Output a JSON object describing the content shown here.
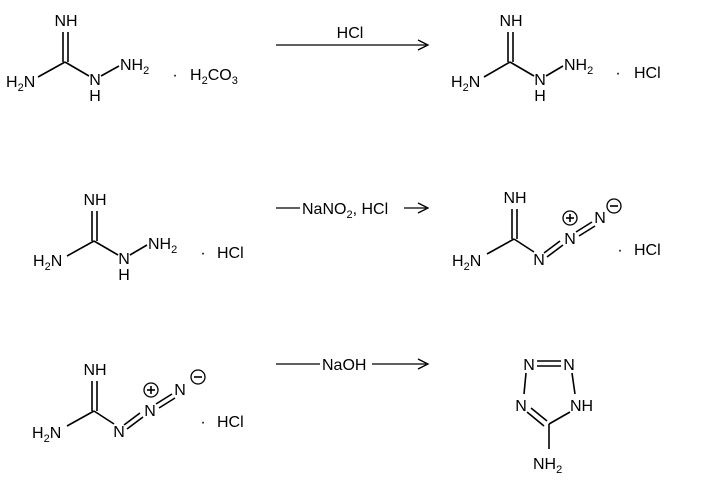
{
  "atoms": {
    "nh": "NH",
    "n": "N",
    "h": "H",
    "nh_right": "NH",
    "h2n_left": "H",
    "h2n_sub": "2",
    "h2n_n": "N",
    "nh2_n": "NH",
    "nh2_sub": "2",
    "plus": "+",
    "minus": "−"
  },
  "salts": {
    "dot": "·",
    "hcl": "HCl",
    "carbonate_h": "H",
    "carbonate_sub1": "2",
    "carbonate_co": "CO",
    "carbonate_sub2": "3"
  },
  "reactions": [
    {
      "reagent": "HCl"
    },
    {
      "reagent_pre": "NaNO",
      "reagent_sub": "2",
      "reagent_post": ", HCl"
    },
    {
      "reagent": "NaOH"
    }
  ]
}
